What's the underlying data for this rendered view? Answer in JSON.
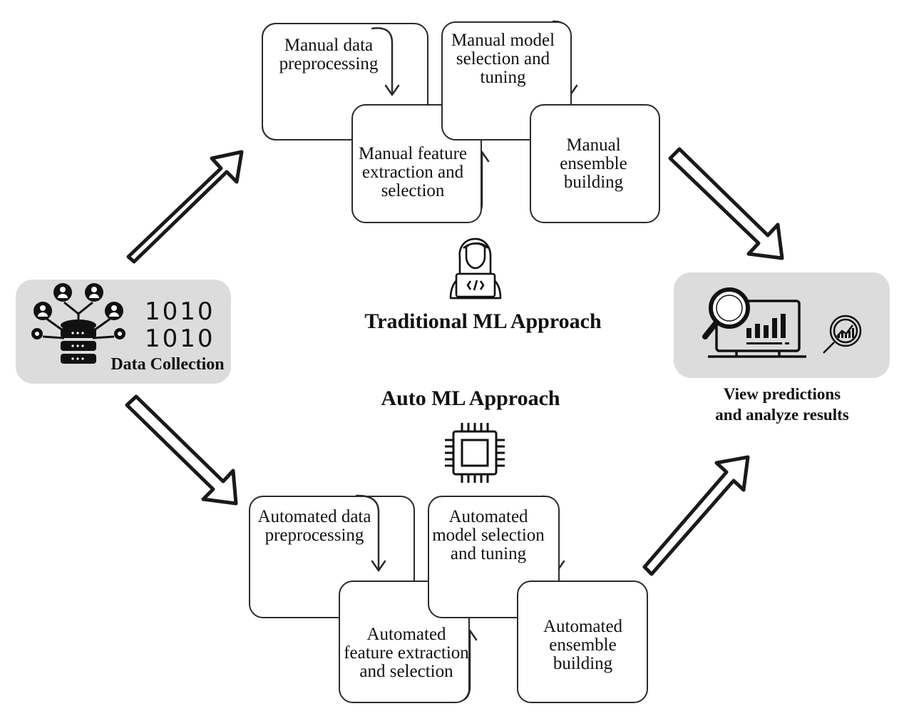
{
  "traditional": {
    "title": "Traditional ML Approach",
    "steps": [
      "Manual data preprocessing",
      "Manual feature extraction and selection",
      "Manual model selection and tuning",
      "Manual ensemble building"
    ]
  },
  "automl": {
    "title": "Auto ML Approach",
    "steps": [
      "Automated data preprocessing",
      "Automated feature extraction and selection",
      "Automated model selection and tuning",
      "Automated ensemble building"
    ]
  },
  "data_collection": {
    "label": "Data Collection",
    "binary": [
      "1010",
      "1010"
    ]
  },
  "results": {
    "label_line1": "View predictions",
    "label_line2": "and analyze results"
  },
  "icons": [
    "database-network-icon",
    "developer-laptop-icon",
    "cpu-chip-icon",
    "analytics-monitor-icon",
    "search-chart-icon"
  ],
  "colors": {
    "panel": "#dcdcdc",
    "stroke": "#2b2b2b"
  }
}
